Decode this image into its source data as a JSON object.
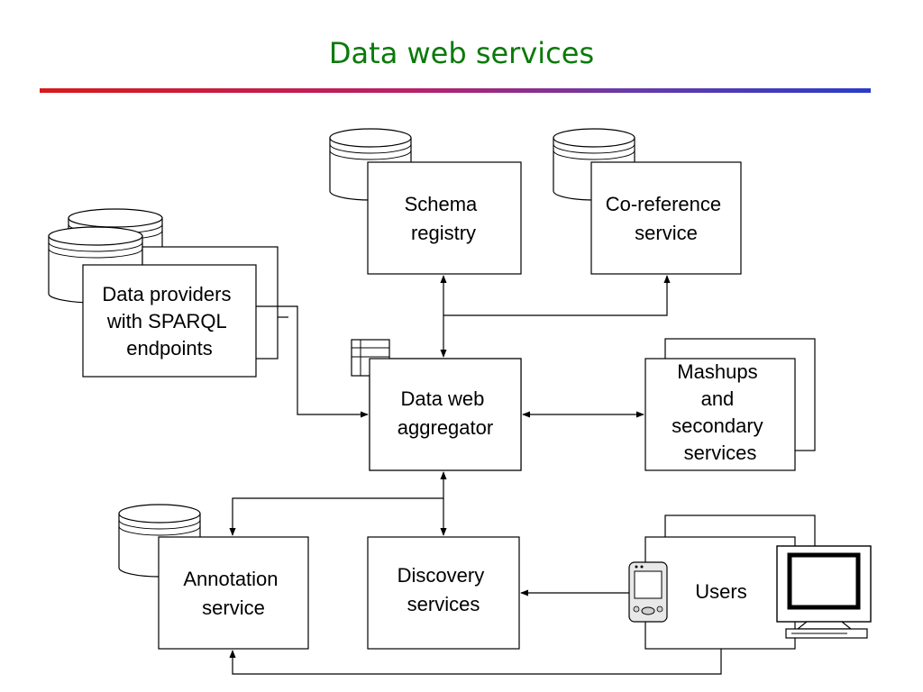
{
  "title": "Data web services",
  "colors": {
    "title": "#0a7a0a",
    "rule_start": "#d81a1a",
    "rule_end": "#2a3cc8",
    "line": "#000000"
  },
  "nodes": {
    "schema_registry": [
      "Schema",
      "registry"
    ],
    "coreference_service": [
      "Co-reference",
      "service"
    ],
    "data_providers": [
      "Data providers",
      "with SPARQL",
      "endpoints"
    ],
    "aggregator": [
      "Data web",
      "aggregator"
    ],
    "mashups": [
      "Mashups",
      "and",
      "secondary",
      "services"
    ],
    "annotation_service": [
      "Annotation",
      "service"
    ],
    "discovery_services": [
      "Discovery",
      "services"
    ],
    "users": [
      "Users"
    ]
  },
  "icons": [
    "database-icon",
    "table-icon",
    "pda-icon",
    "desktop-computer-icon"
  ]
}
